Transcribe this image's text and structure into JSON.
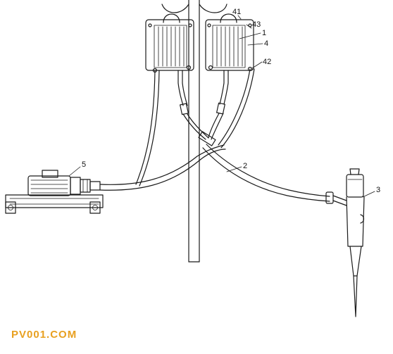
{
  "labels": {
    "bag_top": "41",
    "bag_corner": "43",
    "bag_body": "1",
    "bag_frame": "4",
    "bag_outlet": "42",
    "tube": "2",
    "handpiece": "3",
    "pump": "5"
  },
  "watermark": {
    "text": "PV001.COM",
    "color": "#e8a020"
  }
}
